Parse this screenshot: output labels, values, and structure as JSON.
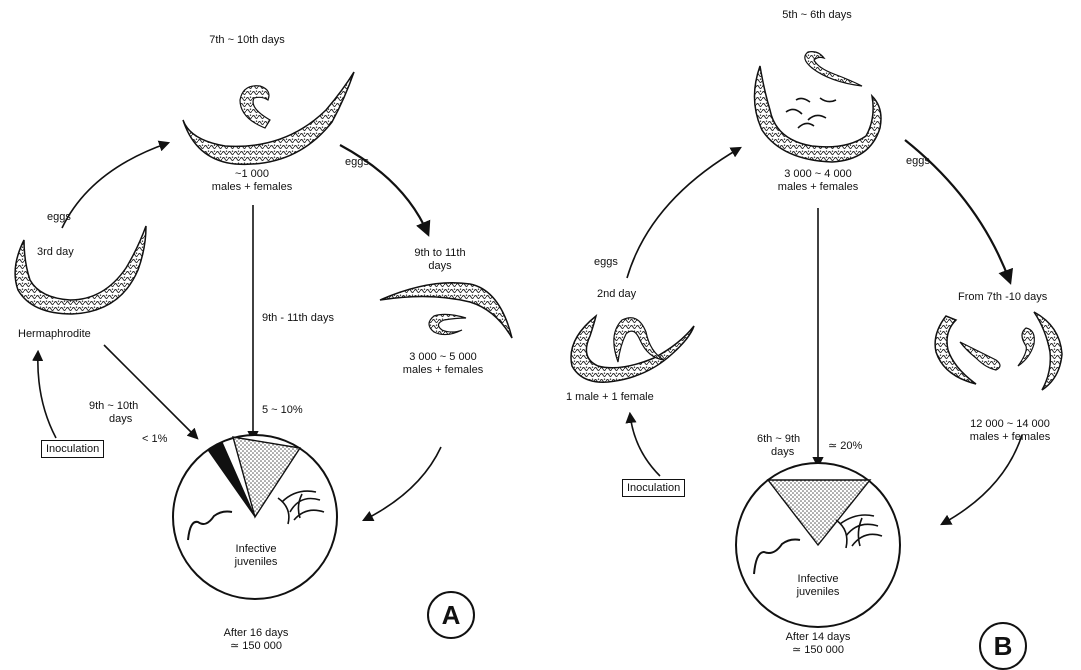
{
  "panel_a": {
    "top_days": "7th ~ 10th days",
    "top_count": "~1  000",
    "top_sex": "males + females",
    "eggs_left": "eggs",
    "eggs_right": "eggs",
    "left_day": "3rd day",
    "hermaphrodite": "Hermaphrodite",
    "right_days_1": "9th to 11th",
    "right_days_2": "days",
    "right_count": "3 000 ~ 5 000",
    "right_sex": "males + females",
    "middle_days": "9th - 11th days",
    "middle_pct": "5 ~ 10%",
    "left_exit_days_1": "9th ~ 10th",
    "left_exit_days_2": "days",
    "left_exit_pct": "< 1%",
    "inoculation": "Inoculation",
    "pie_text_1": "Infective",
    "pie_text_2": "juveniles",
    "after_1": "After 16 days",
    "after_2": "≃ 150 000",
    "panel_label": "A"
  },
  "panel_b": {
    "top_days": "5th ~ 6th days",
    "top_count": "3 000 ~ 4 000",
    "top_sex": "males + females",
    "eggs_left": "eggs",
    "eggs_right": "eggs",
    "left_day": "2nd day",
    "pair": "1 male + 1 female",
    "right_days": "From 7th -10 days",
    "right_count": "12 000 ~ 14 000",
    "right_sex": "males + females",
    "middle_days_1": "6th ~ 9th",
    "middle_days_2": "days",
    "middle_pct": "≃ 20%",
    "inoculation": "Inoculation",
    "pie_text_1": "Infective",
    "pie_text_2": "juveniles",
    "after_1": "After 14 days",
    "after_2": "≃ 150 000",
    "panel_label": "B"
  },
  "colors": {
    "ink": "#111111",
    "stipple": "#bdbdbd",
    "black_slice": "#111111"
  }
}
